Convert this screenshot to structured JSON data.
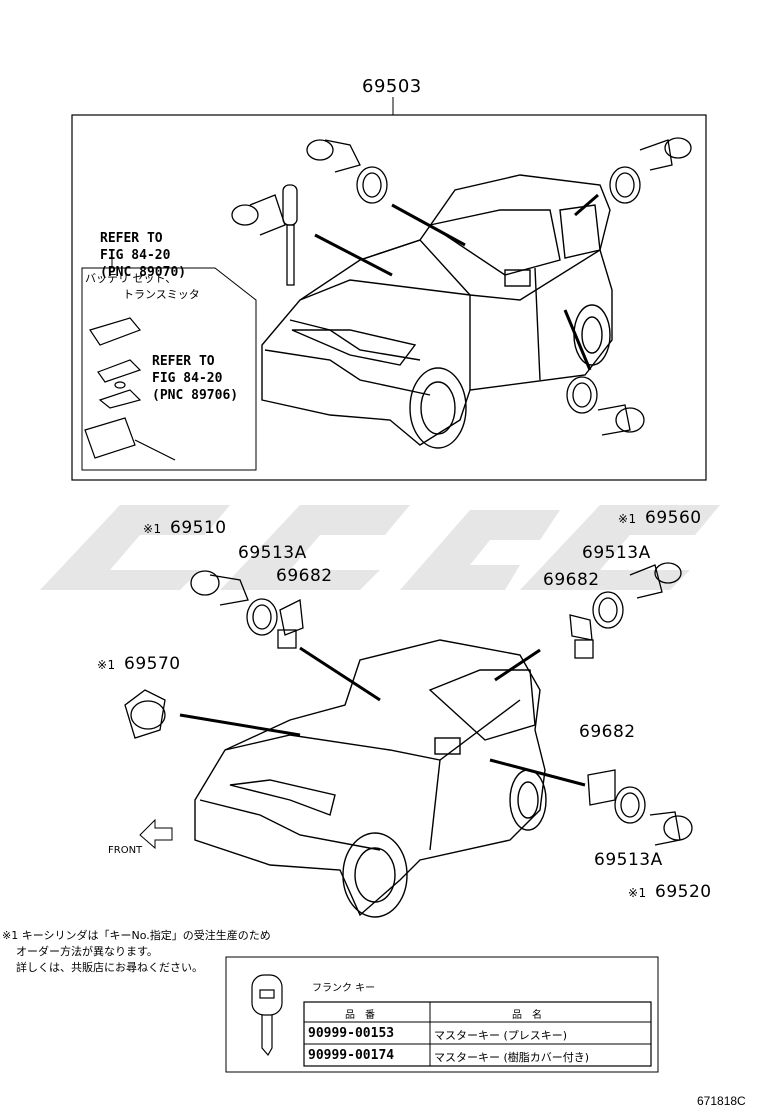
{
  "top_assembly": {
    "part_no": "69503"
  },
  "inset": {
    "refer1": [
      "REFER TO",
      "FIG 84-20",
      "(PNC 89070)"
    ],
    "jp_title": [
      "バッテリ セット、",
      "トランスミッタ"
    ],
    "refer2": [
      "REFER TO",
      "FIG 84-20",
      "(PNC 89706)"
    ]
  },
  "parts": {
    "p69510": "69510",
    "p69513a_left": "69513A",
    "p69682_left": "69682",
    "p69570": "69570",
    "p69560": "69560",
    "p69513a_right": "69513A",
    "p69682_right": "69682",
    "p69682_lower": "69682",
    "p69513a_lower": "69513A",
    "p69520": "69520",
    "mark": "※1"
  },
  "front_label": "FRONT",
  "footnote": [
    "※1 キーシリンダは「キーNo.指定」の受注生産のため",
    "    オーダー方法が異なります。",
    "    詳しくは、共販店にお尋ねください。"
  ],
  "key_table": {
    "title": "フランク キー",
    "col_part": "品　番",
    "col_name": "品　名",
    "rows": [
      {
        "part": "90999-00153",
        "name": "マスターキー (プレスキー)"
      },
      {
        "part": "90999-00174",
        "name": "マスターキー (樹脂カバー付き)"
      }
    ]
  },
  "doc_id": "671818C"
}
